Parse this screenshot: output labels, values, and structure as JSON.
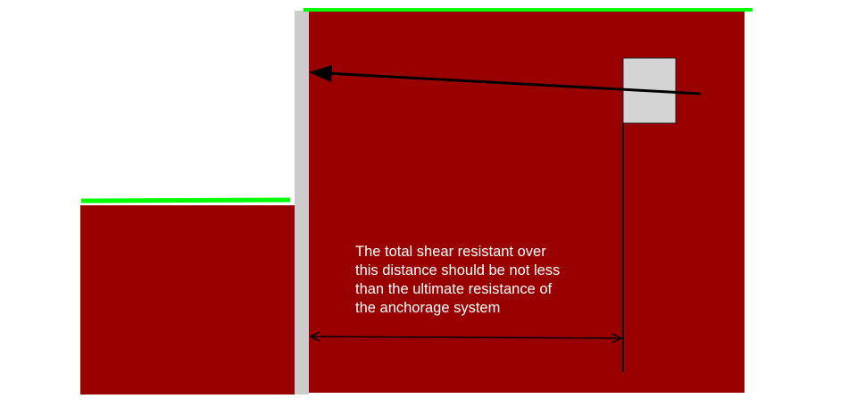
{
  "annotation": {
    "lines": [
      "The total shear resistant over",
      "this distance should be not less",
      "than the ultimate resistance of",
      "the anchorage system"
    ]
  },
  "colors": {
    "soil": "#990000",
    "ground_surface": "#00ff00",
    "wall": "#cccccc",
    "anchor_block": "#d4d4d4",
    "lines": "#000000",
    "text": "#ffffff"
  }
}
